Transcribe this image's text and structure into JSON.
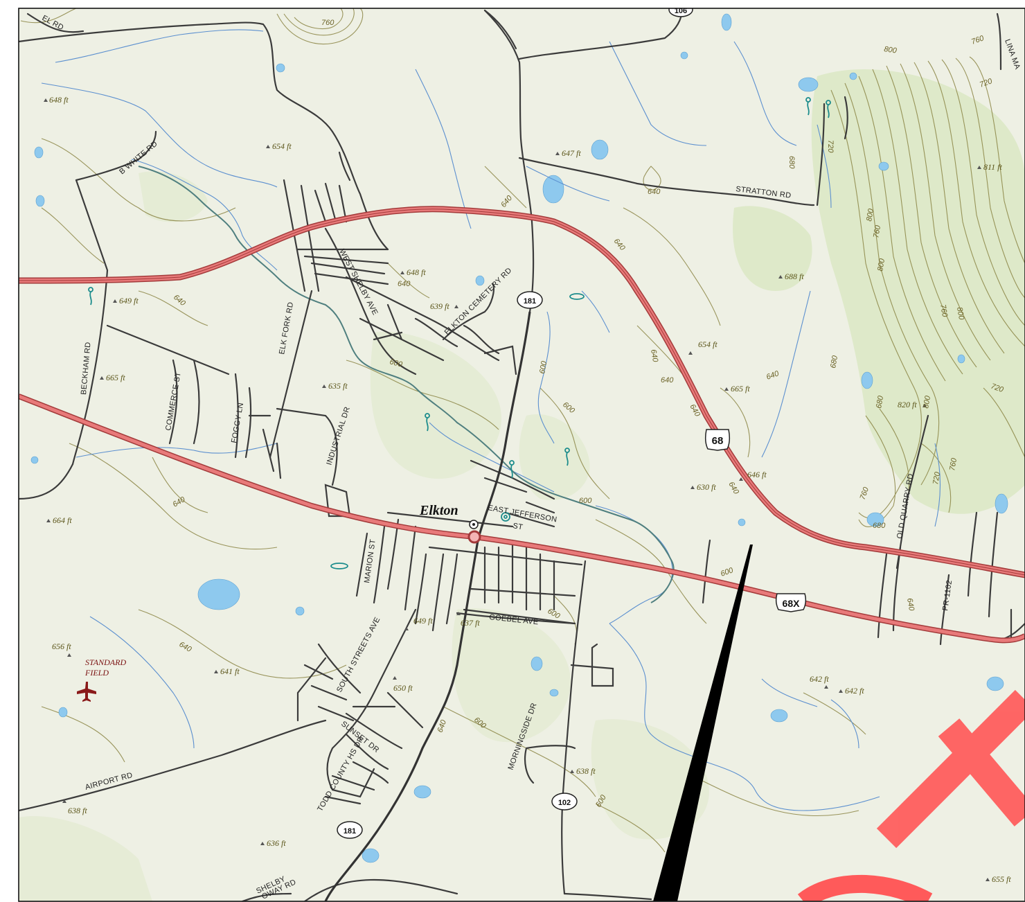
{
  "town": {
    "name": "Elkton",
    "label": "Elkton"
  },
  "airport": {
    "name_line1": "STANDARD",
    "name_line2": "FIELD"
  },
  "roads": {
    "el_rd": "EL RD",
    "b_white_rd": "B WHITE RD",
    "stratton_rd": "STRATTON RD",
    "lina_ma": "LINA MA",
    "west_shelby_ave": "WEST SHELBY AVE",
    "elkton_cemetery_rd": "ELKTON CEMETERY RD",
    "beckham_rd": "BECKHAM RD",
    "elk_fork_rd": "ELK FORK RD",
    "commerce_st": "COMMERCE ST",
    "foggy_ln": "FOGGY LN",
    "industrial_dr": "INDUSTRIAL DR",
    "east_jefferson_st_1": "EAST JEFFERSON",
    "east_jefferson_st_2": "ST",
    "marion_st": "MARION ST",
    "goebel_ave": "GOEBEL AVE",
    "south_streets_ave": "SOUTH STREETS AVE",
    "sunset_dr": "SUNSET DR",
    "todd_county_hs_dr": "TODD COUNTY HS DR",
    "morningside_dr": "MORNINGSIDE DR",
    "airport_rd": "AIRPORT RD",
    "shelby_1": "SHELBY",
    "shelby_2": "OWAY RD",
    "old_quarry_rd": "OLD QUARRY RD",
    "pr_1102": "PR-1102"
  },
  "shields": {
    "r106": "106",
    "r181_top": "181",
    "r68": "68",
    "r68x": "68X",
    "r102": "102",
    "r181_bottom": "181"
  },
  "elevations": {
    "e648": "648 ft",
    "e654a": "654 ft",
    "e647": "647 ft",
    "e811": "811 ft",
    "e648b": "648 ft",
    "e649": "649 ft",
    "e639": "639 ft",
    "e688": "688 ft",
    "e665a": "665 ft",
    "e635": "635 ft",
    "e654b": "654 ft",
    "e665b": "665 ft",
    "e820": "820 ft",
    "e630": "630 ft",
    "e646": "646 ft",
    "e664": "664 ft",
    "e649b": "649 ft",
    "e637": "637 ft",
    "e656": "656 ft",
    "e641": "641 ft",
    "e650": "650 ft",
    "e642a": "642 ft",
    "e642b": "642 ft",
    "e638a": "638 ft",
    "e638b": "638 ft",
    "e636": "636 ft",
    "e655": "655 ft"
  },
  "contours": {
    "c760a": "760",
    "c800a": "800",
    "c760b": "760",
    "c720a": "720",
    "c720b": "720",
    "c680a": "680",
    "c640a": "640",
    "c640b": "640",
    "c640c": "640",
    "c640d": "640",
    "c600a": "600",
    "c600b": "600",
    "c600c": "600",
    "c800b": "800",
    "c760c": "760",
    "c800c": "800",
    "c760d": "760",
    "c800d": "800",
    "c680b": "680",
    "c680c": "680",
    "c720c": "720",
    "c800e": "800",
    "c760e": "760",
    "c720d": "720",
    "c760f": "760",
    "c680d": "680",
    "c640e": "640",
    "c640f": "640",
    "c640g": "640",
    "c640h": "640",
    "c600d": "600",
    "c600e": "600",
    "c600f": "600",
    "c640i": "640",
    "c640j": "640",
    "c640k": "640",
    "c640l": "640",
    "c640m": "640",
    "c600g": "600",
    "c600h": "600",
    "c640n": "640"
  },
  "colors": {
    "background": "#eef0e4",
    "highway_fill": "#e87a7a",
    "highway_casing": "#a33a3a",
    "road": "#3b3b3b",
    "water": "#8ec9ee",
    "stream": "#5b8fcf",
    "contour": "#7d7a3c",
    "vegetation": "#d6e6bd",
    "overlay_red": "#ff5a5a",
    "overlay_black": "#000000"
  }
}
